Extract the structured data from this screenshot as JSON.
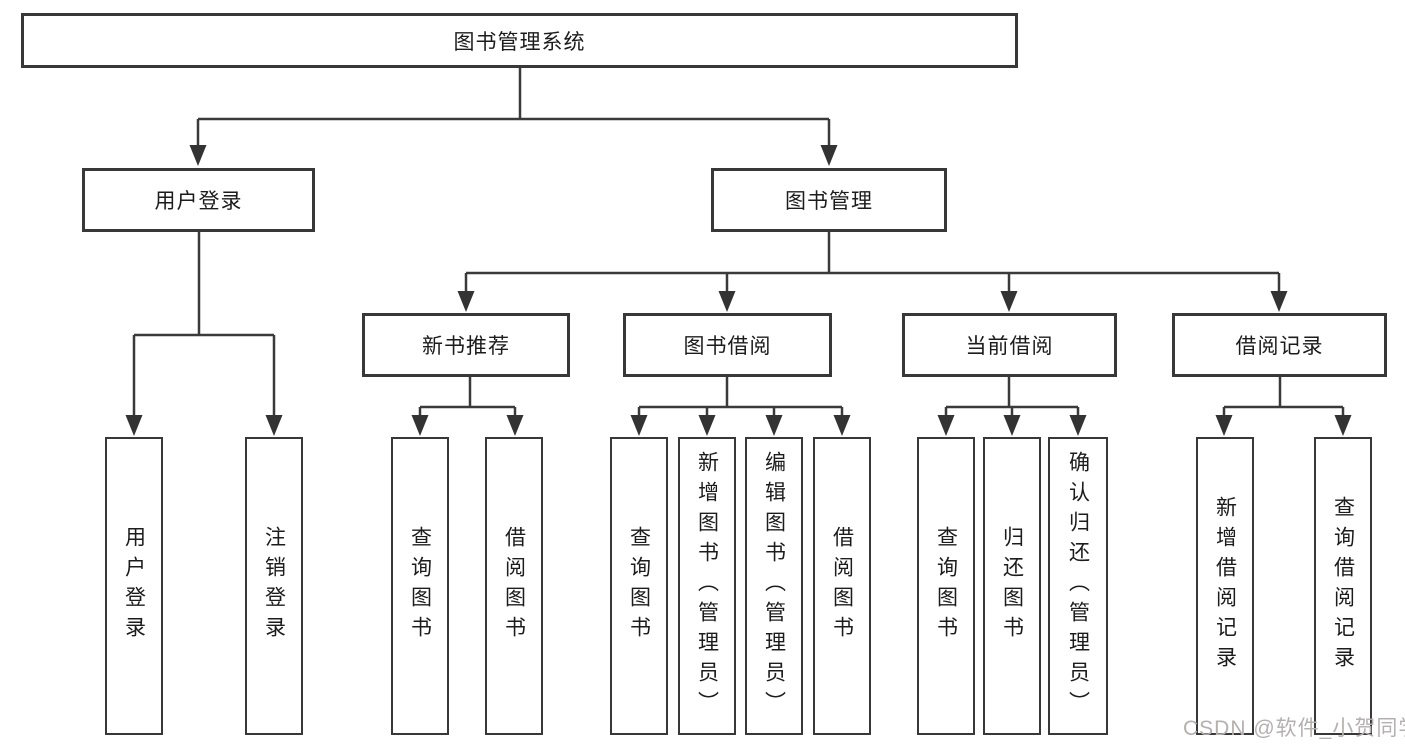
{
  "diagram": {
    "title": "图书管理系统",
    "watermark": "CSDN @软件_小贺同学",
    "colors": {
      "line": "#3a3a3a",
      "box_border": "#383838",
      "text": "#1c1c1c",
      "watermark": "#b5b0b0",
      "background": "#ffffff"
    },
    "nodes": {
      "root": {
        "label": "图书管理系统"
      },
      "user_login": {
        "label": "用户登录"
      },
      "book_management": {
        "label": "图书管理"
      },
      "new_book_recommend": {
        "label": "新书推荐"
      },
      "book_borrowing": {
        "label": "图书借阅"
      },
      "current_borrowing": {
        "label": "当前借阅"
      },
      "borrowing_records": {
        "label": "借阅记录"
      },
      "login": {
        "label": "用户登录"
      },
      "logout": {
        "label": "注销登录"
      },
      "recommend_query_book": {
        "label": "查询图书"
      },
      "recommend_borrow_book": {
        "label": "借阅图书"
      },
      "borrow_query_book": {
        "label": "查询图书"
      },
      "borrow_add_book": {
        "label": "新增图书（管理员）"
      },
      "borrow_edit_book": {
        "label": "编辑图书（管理员）"
      },
      "borrow_borrow_book": {
        "label": "借阅图书"
      },
      "current_query_book": {
        "label": "查询图书"
      },
      "current_return_book": {
        "label": "归还图书"
      },
      "current_confirm_return": {
        "label": "确认归还（管理员）"
      },
      "records_add_record": {
        "label": "新增借阅记录"
      },
      "records_query_record": {
        "label": "查询借阅记录"
      }
    },
    "edges": [
      [
        "root",
        "user_login"
      ],
      [
        "root",
        "book_management"
      ],
      [
        "user_login",
        "login"
      ],
      [
        "user_login",
        "logout"
      ],
      [
        "book_management",
        "new_book_recommend"
      ],
      [
        "book_management",
        "book_borrowing"
      ],
      [
        "book_management",
        "current_borrowing"
      ],
      [
        "book_management",
        "borrowing_records"
      ],
      [
        "new_book_recommend",
        "recommend_query_book"
      ],
      [
        "new_book_recommend",
        "recommend_borrow_book"
      ],
      [
        "book_borrowing",
        "borrow_query_book"
      ],
      [
        "book_borrowing",
        "borrow_add_book"
      ],
      [
        "book_borrowing",
        "borrow_edit_book"
      ],
      [
        "book_borrowing",
        "borrow_borrow_book"
      ],
      [
        "current_borrowing",
        "current_query_book"
      ],
      [
        "current_borrowing",
        "current_return_book"
      ],
      [
        "current_borrowing",
        "current_confirm_return"
      ],
      [
        "borrowing_records",
        "records_add_record"
      ],
      [
        "borrowing_records",
        "records_query_record"
      ]
    ]
  }
}
